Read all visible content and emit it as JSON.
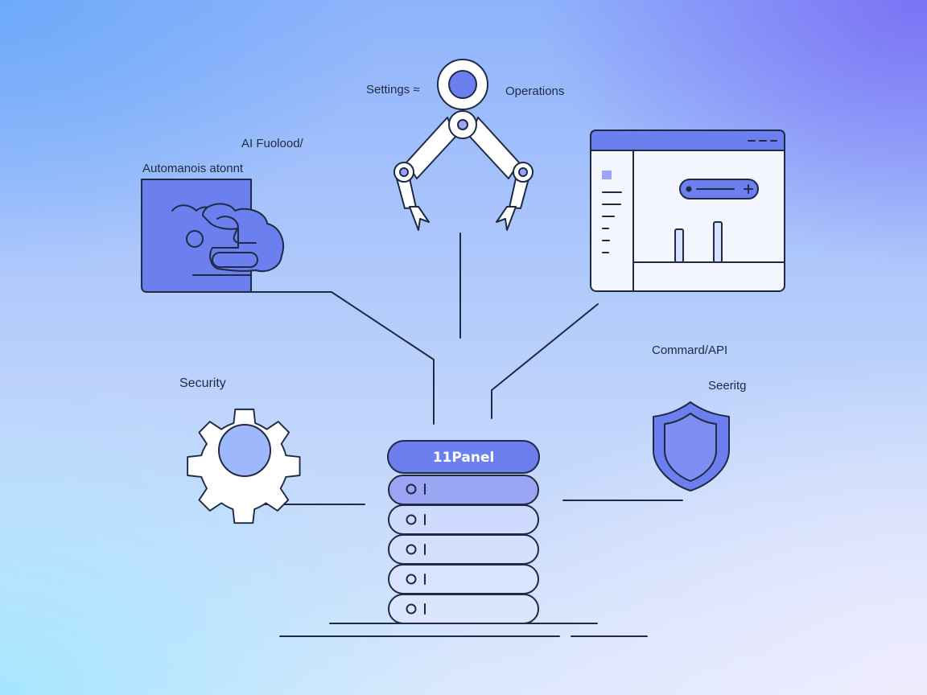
{
  "labels": {
    "settings": "Settings ≈",
    "operations": "Operations",
    "ai_function": "AI Fuolood/",
    "automation": "Automanois atonnt",
    "security": "Security",
    "command_api": "Commard/API",
    "seeritg": "Seeritg"
  },
  "server": {
    "title": "11Panel",
    "unit_count": 5
  },
  "colors": {
    "stroke": "#1f2a44",
    "accent": "#6b7fef",
    "accent_light": "#9aa6f4",
    "gear_fill": "#9db8fb",
    "panel_bg": "#f4f6ff"
  },
  "icons": {
    "robot_arm": "robot-arm-icon",
    "puzzle": "puzzle-icon",
    "dashboard": "dashboard-window-icon",
    "gear": "gear-icon",
    "shield": "shield-icon",
    "server": "server-stack-icon"
  }
}
